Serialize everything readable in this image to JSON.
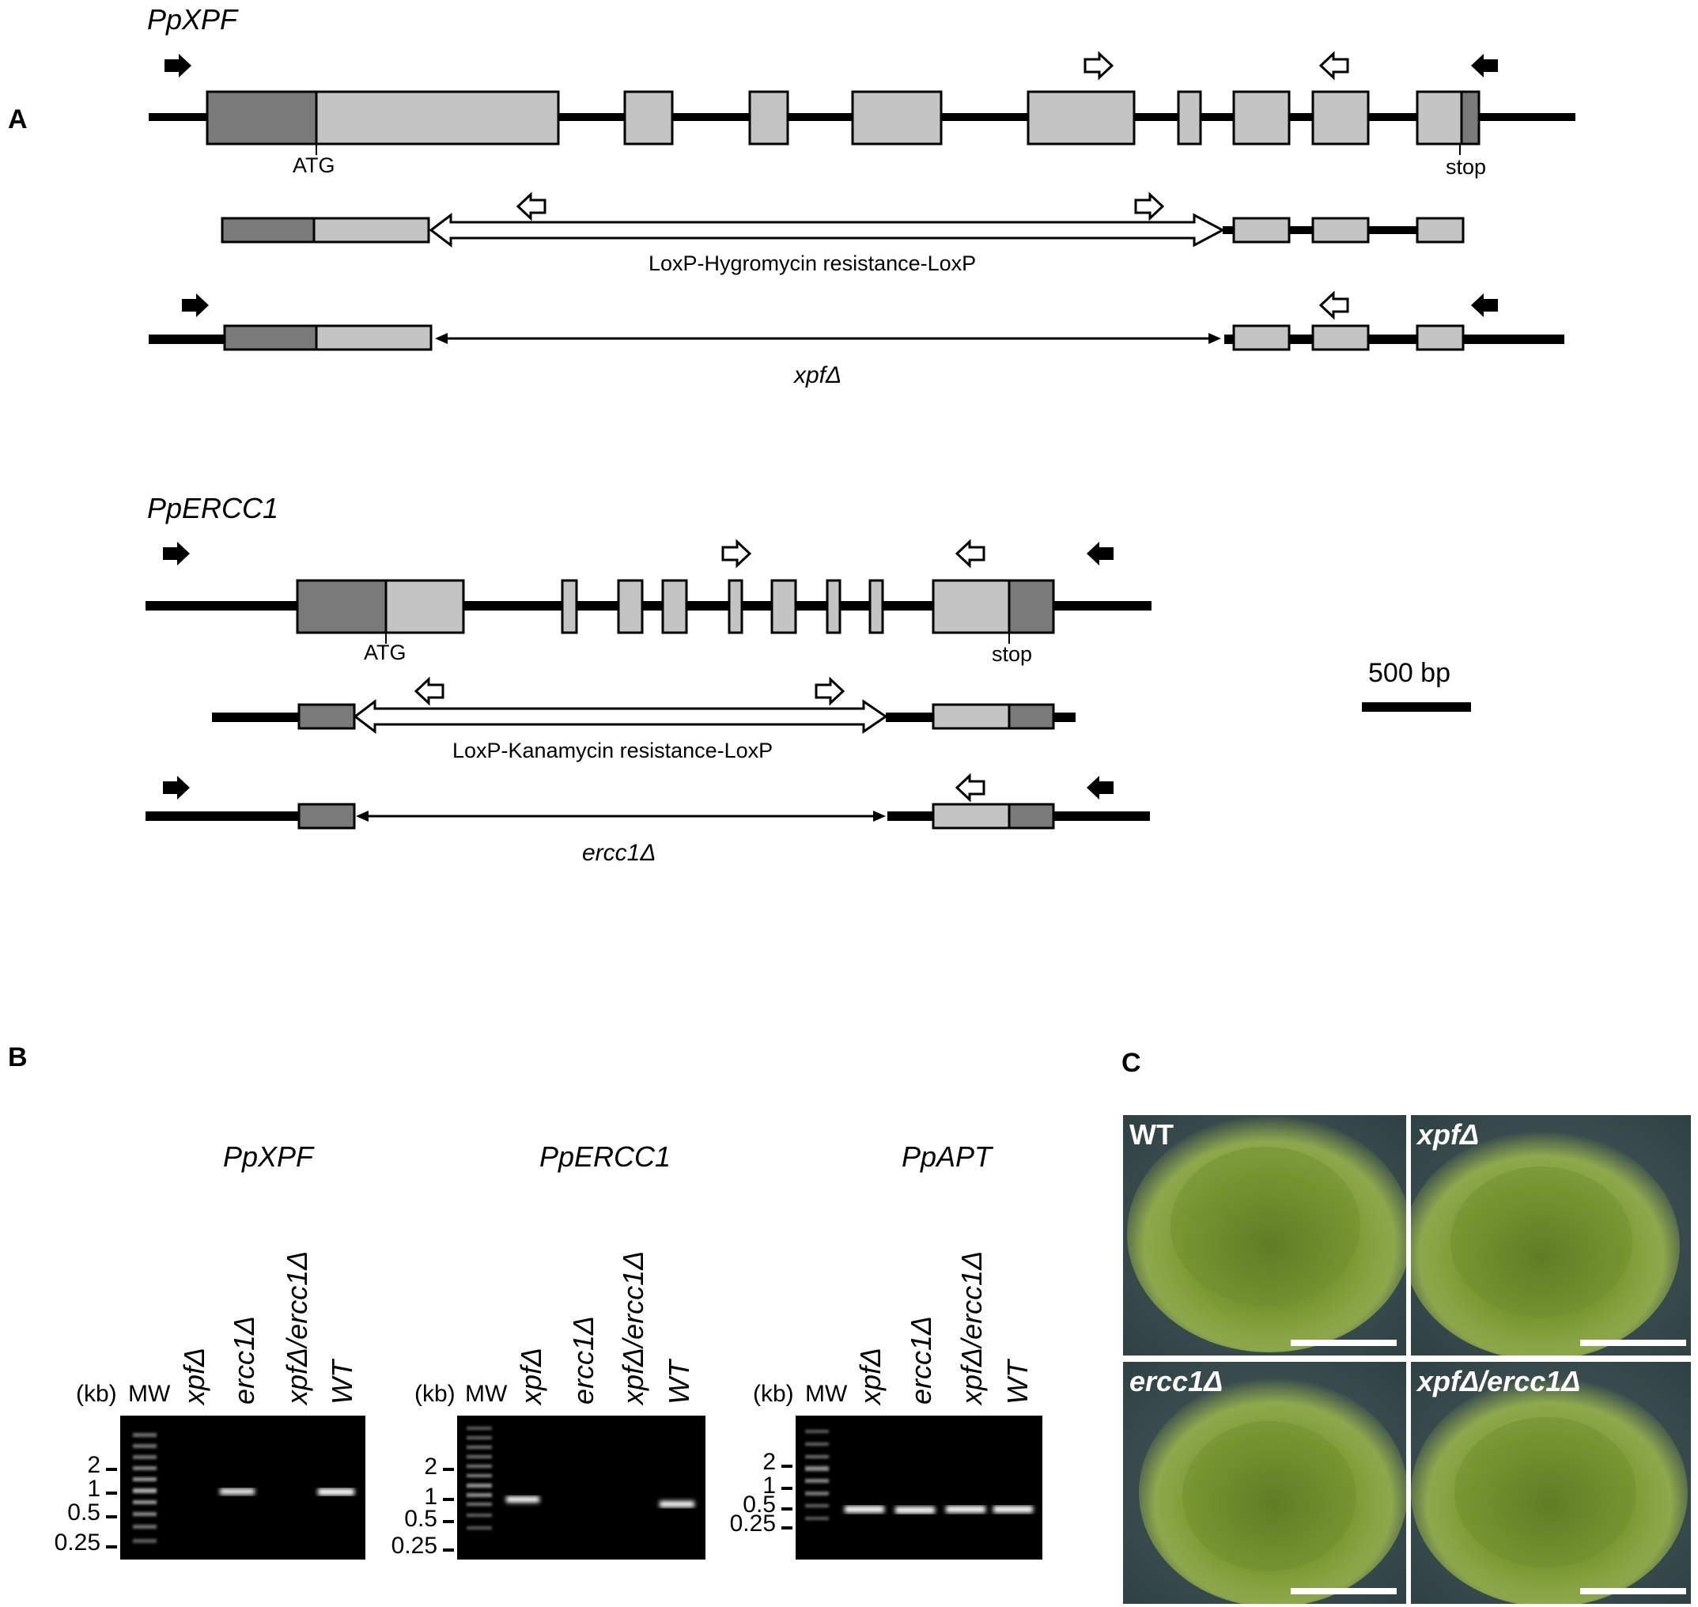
{
  "panels": {
    "a": "A",
    "b": "B",
    "c": "C"
  },
  "panel_a": {
    "xpf_title": "PpXPF",
    "ercc1_title": "PpERCC1",
    "atg": "ATG",
    "stop": "stop",
    "hyg_label": "LoxP-Hygromycin resistance-LoxP",
    "kan_label": "LoxP-Kanamycin resistance-LoxP",
    "xpf_del": "xpfΔ",
    "ercc1_del": "ercc1Δ",
    "scale": "500 bp"
  },
  "panel_b": {
    "gels": [
      {
        "title": "PpXPF",
        "lanes": [
          "xpfΔ",
          "ercc1Δ",
          "xpfΔ/ercc1Δ",
          "WT"
        ],
        "markers": [
          "2",
          "1",
          "0.5",
          "0.25"
        ]
      },
      {
        "title": "PpERCC1",
        "lanes": [
          "xpfΔ",
          "ercc1Δ",
          "xpfΔ/ercc1Δ",
          "WT"
        ],
        "markers": [
          "2",
          "1",
          "0.5",
          "0.25"
        ]
      },
      {
        "title": "PpAPT",
        "lanes": [
          "xpfΔ",
          "ercc1Δ",
          "xpfΔ/ercc1Δ",
          "WT"
        ],
        "markers": [
          "2",
          "1",
          "0.5",
          "0.25"
        ]
      }
    ],
    "kb": "(kb)",
    "mw": "MW"
  },
  "panel_c": {
    "photos": [
      "WT",
      "xpfΔ",
      "ercc1Δ",
      "xpfΔ/ercc1Δ"
    ]
  },
  "colors": {
    "dark_exon": "#7a7a7a",
    "light_exon": "#c4c4c4",
    "moss": "#6f8f2e",
    "background": "#3a4d4f"
  }
}
